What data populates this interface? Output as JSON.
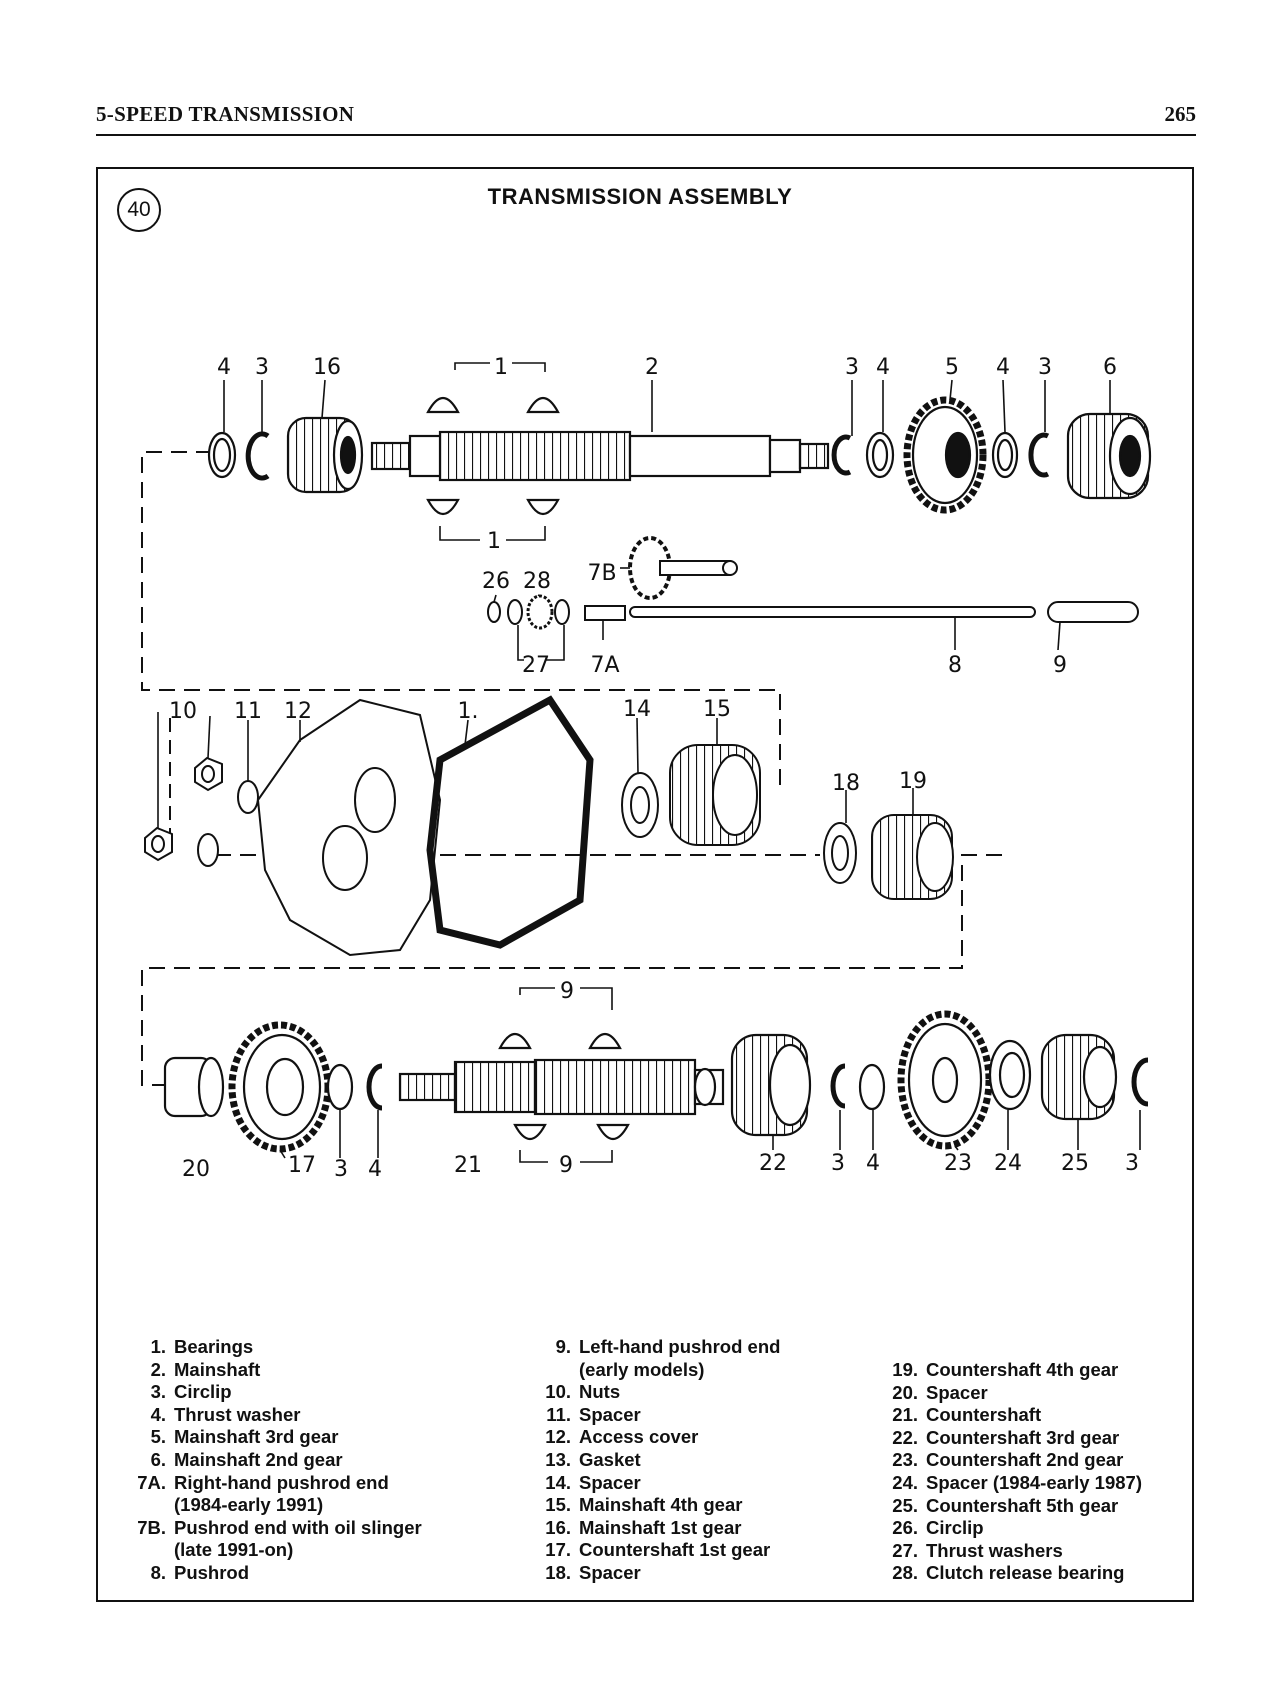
{
  "header": {
    "section": "5-SPEED TRANSMISSION",
    "page_number": "265"
  },
  "figure": {
    "number": "40",
    "title": "TRANSMISSION ASSEMBLY"
  },
  "callouts": {
    "c_4a": "4",
    "c_3a": "3",
    "c_16": "16",
    "c_1top": "1",
    "c_2": "2",
    "c_3b": "3",
    "c_4b": "4",
    "c_5": "5",
    "c_4c": "4",
    "c_3c": "3",
    "c_6": "6",
    "c_1bot": "1",
    "c_26": "26",
    "c_28": "28",
    "c_7b": "7B",
    "c_27": "27",
    "c_7a": "7A",
    "c_8": "8",
    "c_9a": "9",
    "c_10": "10",
    "c_11": "11",
    "c_12": "12",
    "c_13": "1.",
    "c_14": "14",
    "c_15": "15",
    "c_18": "18",
    "c_19": "19",
    "c_9top": "9",
    "c_20": "20",
    "c_17": "17",
    "c_3d": "3",
    "c_4d": "4",
    "c_21": "21",
    "c_9bot": "9",
    "c_22": "22",
    "c_3e": "3",
    "c_4e": "4",
    "c_23": "23",
    "c_24": "24",
    "c_25": "25",
    "c_3f": "3"
  },
  "legend": {
    "col1": [
      {
        "num": "1.",
        "text": "Bearings"
      },
      {
        "num": "2.",
        "text": "Mainshaft"
      },
      {
        "num": "3.",
        "text": "Circlip"
      },
      {
        "num": "4.",
        "text": "Thrust washer"
      },
      {
        "num": "5.",
        "text": "Mainshaft 3rd gear"
      },
      {
        "num": "6.",
        "text": "Mainshaft 2nd gear"
      },
      {
        "num": "7A.",
        "text": "Right-hand pushrod end",
        "cont": "(1984-early 1991)"
      },
      {
        "num": "7B.",
        "text": "Pushrod end with oil slinger",
        "cont": "(late 1991-on)"
      },
      {
        "num": "8.",
        "text": "Pushrod"
      }
    ],
    "col2": [
      {
        "num": "9.",
        "text": "Left-hand pushrod end",
        "cont": "(early models)"
      },
      {
        "num": "10.",
        "text": "Nuts"
      },
      {
        "num": "11.",
        "text": "Spacer"
      },
      {
        "num": "12.",
        "text": "Access cover"
      },
      {
        "num": "13.",
        "text": "Gasket"
      },
      {
        "num": "14.",
        "text": "Spacer"
      },
      {
        "num": "15.",
        "text": "Mainshaft 4th gear"
      },
      {
        "num": "16.",
        "text": "Mainshaft 1st gear"
      },
      {
        "num": "17.",
        "text": "Countershaft 1st gear"
      },
      {
        "num": "18.",
        "text": "Spacer"
      }
    ],
    "col3": [
      {
        "num": "19.",
        "text": "Countershaft 4th gear"
      },
      {
        "num": "20.",
        "text": "Spacer"
      },
      {
        "num": "21.",
        "text": "Countershaft"
      },
      {
        "num": "22.",
        "text": "Countershaft 3rd gear"
      },
      {
        "num": "23.",
        "text": "Countershaft 2nd gear"
      },
      {
        "num": "24.",
        "text": "Spacer (1984-early 1987)"
      },
      {
        "num": "25.",
        "text": "Countershaft 5th gear"
      },
      {
        "num": "26.",
        "text": "Circlip"
      },
      {
        "num": "27.",
        "text": "Thrust washers"
      },
      {
        "num": "28.",
        "text": "Clutch release bearing"
      }
    ]
  }
}
